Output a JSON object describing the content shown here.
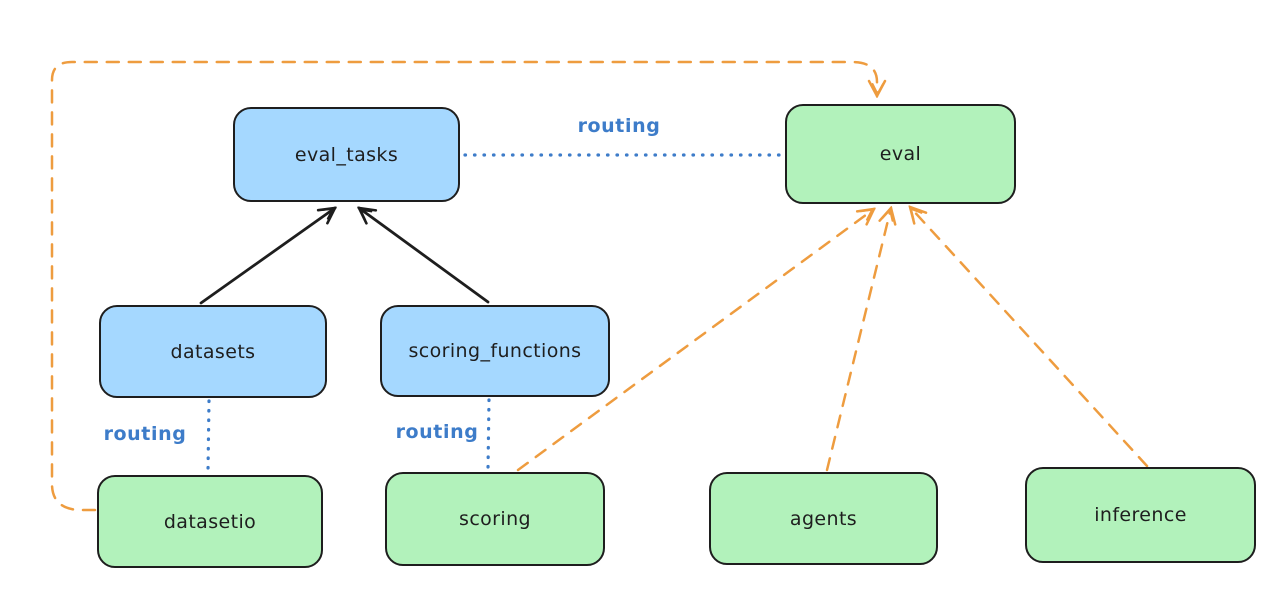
{
  "canvas": {
    "background": "#ffffff"
  },
  "colors": {
    "node_blue_fill": "#a5d8ff",
    "node_green_fill": "#b2f2bb",
    "node_stroke": "#1e1e1e",
    "routing_blue": "#3d7cc9",
    "dashed_orange": "#ee9c3f",
    "solid_black_arrow": "#1e1e1e"
  },
  "nodes": [
    {
      "id": "eval_tasks",
      "label": "eval_tasks",
      "color": "blue"
    },
    {
      "id": "eval",
      "label": "eval",
      "color": "green"
    },
    {
      "id": "datasets",
      "label": "datasets",
      "color": "blue"
    },
    {
      "id": "scoring_functions",
      "label": "scoring_functions",
      "color": "blue"
    },
    {
      "id": "datasetio",
      "label": "datasetio",
      "color": "green"
    },
    {
      "id": "scoring",
      "label": "scoring",
      "color": "green"
    },
    {
      "id": "agents",
      "label": "agents",
      "color": "green"
    },
    {
      "id": "inference",
      "label": "inference",
      "color": "green"
    }
  ],
  "edges": [
    {
      "from": "datasets",
      "to": "eval_tasks",
      "style": "solid-black-arrow"
    },
    {
      "from": "scoring_functions",
      "to": "eval_tasks",
      "style": "solid-black-arrow"
    },
    {
      "from": "eval_tasks",
      "to": "eval",
      "style": "dotted-blue",
      "label": "routing"
    },
    {
      "from": "datasets",
      "to": "datasetio",
      "style": "dotted-blue",
      "label": "routing"
    },
    {
      "from": "scoring_functions",
      "to": "scoring",
      "style": "dotted-blue",
      "label": "routing"
    },
    {
      "from": "datasetio",
      "to": "eval",
      "style": "dashed-orange-arrow"
    },
    {
      "from": "scoring",
      "to": "eval",
      "style": "dashed-orange-arrow"
    },
    {
      "from": "agents",
      "to": "eval",
      "style": "dashed-orange-arrow"
    },
    {
      "from": "inference",
      "to": "eval",
      "style": "dashed-orange-arrow"
    }
  ]
}
